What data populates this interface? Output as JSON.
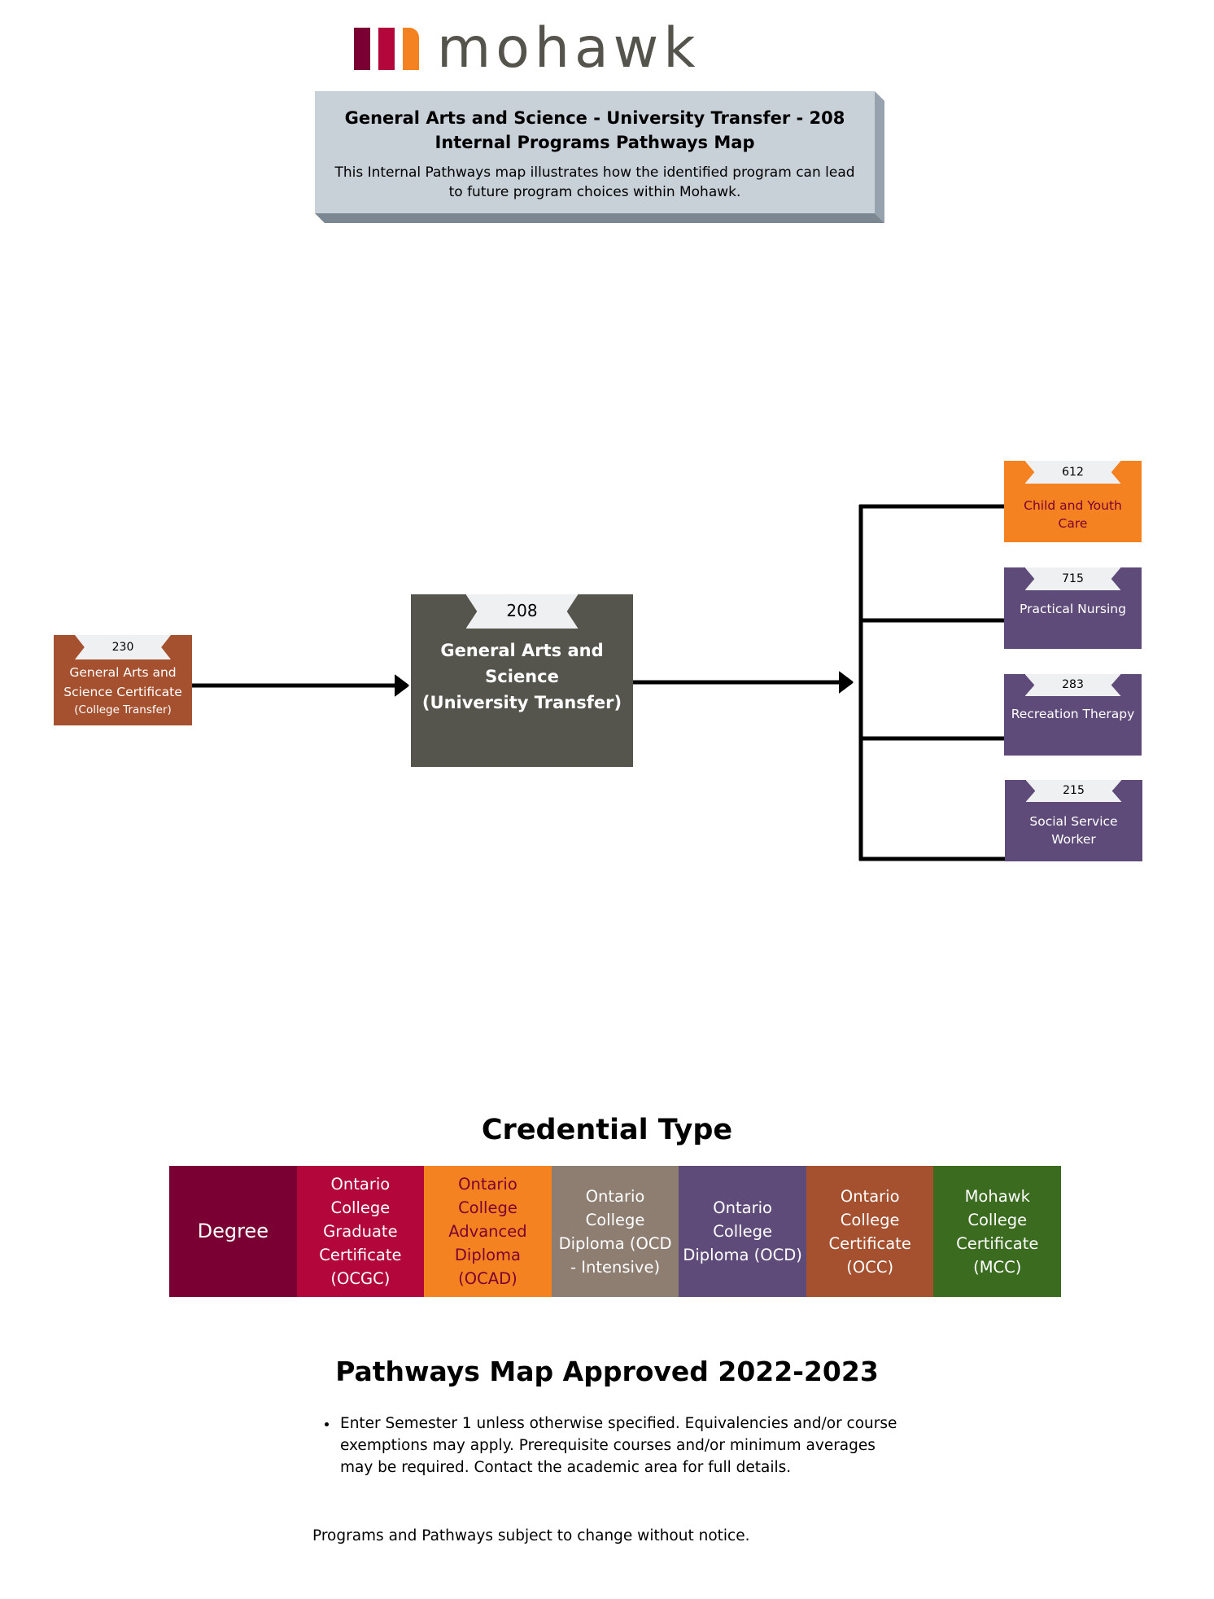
{
  "logo": {
    "wordmark": "mohawk",
    "bar_colors": [
      "#7a0034",
      "#b3063a",
      "#f58220"
    ],
    "text_color": "#55544c"
  },
  "header": {
    "title_line1": "General Arts and Science - University Transfer - 208",
    "title_line2": "Internal Programs Pathways Map",
    "subtitle_line1": "This Internal Pathways map illustrates how the identified program can lead",
    "subtitle_line2": "to future program choices within Mohawk."
  },
  "pathway": {
    "entry": {
      "code": "230",
      "name_line1": "General Arts and",
      "name_line2": "Science Certificate",
      "qualifier": "(College Transfer)",
      "credential": "OCC",
      "color": "#a5502f"
    },
    "current": {
      "code": "208",
      "name_line1": "General Arts and",
      "name_line2": "Science",
      "name_line3": "(University Transfer)",
      "color": "#55554d"
    },
    "destinations": [
      {
        "code": "612",
        "name_line1": "Child and Youth",
        "name_line2": "Care",
        "credential": "OCAD",
        "color": "#f58220",
        "text_color": "#7a0034"
      },
      {
        "code": "715",
        "name_line1": "Practical Nursing",
        "name_line2": "",
        "credential": "OCD",
        "color": "#5e4b79",
        "text_color": "#ffffff"
      },
      {
        "code": "283",
        "name_line1": "Recreation Therapy",
        "name_line2": "",
        "credential": "OCD",
        "color": "#5e4b79",
        "text_color": "#ffffff"
      },
      {
        "code": "215",
        "name_line1": "Social Service",
        "name_line2": "Worker",
        "credential": "OCD",
        "color": "#5e4b79",
        "text_color": "#ffffff"
      }
    ]
  },
  "legend": {
    "title": "Credential Type",
    "items": [
      {
        "label": "Degree",
        "color": "#7a0034",
        "text_color": "#ffffff"
      },
      {
        "label": "Ontario College Graduate Certificate (OCGC)",
        "color": "#b3063a",
        "text_color": "#ffffff"
      },
      {
        "label": "Ontario College Advanced Diploma (OCAD)",
        "color": "#f58220",
        "text_color": "#7a0034"
      },
      {
        "label": "Ontario College Diploma (OCD - Intensive)",
        "color": "#8e7e72",
        "text_color": "#ffffff"
      },
      {
        "label": "Ontario College Diploma (OCD)",
        "color": "#5e4b79",
        "text_color": "#ffffff"
      },
      {
        "label": "Ontario College Certificate (OCC)",
        "color": "#a5502f",
        "text_color": "#ffffff"
      },
      {
        "label": "Mohawk College Certificate (MCC)",
        "color": "#3a6b1f",
        "text_color": "#ffffff"
      }
    ]
  },
  "approval": {
    "title": "Pathways Map Approved 2022-2023",
    "notes": [
      "Enter Semester 1 unless otherwise specified. Equivalencies and/or course exemptions may apply. Prerequisite courses and/or minimum averages may be required. Contact the academic area for full details."
    ],
    "footer": "Programs and Pathways subject to change without notice."
  }
}
